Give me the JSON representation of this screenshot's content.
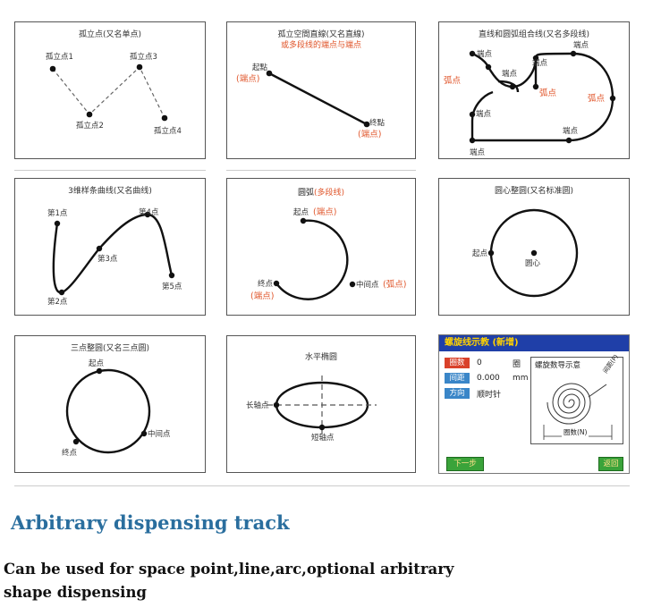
{
  "panels": {
    "p1": {
      "title": "孤立点(又名单点)",
      "points": [
        "孤立点1",
        "孤立点2",
        "孤立点3",
        "孤立点4"
      ]
    },
    "p2": {
      "title": "孤立空間直線(又名直線)",
      "subtitle": "或多段线的端点与端点",
      "start": "起點",
      "start_note": "(端点)",
      "end": "终點",
      "end_note": "(端点)"
    },
    "p3": {
      "title": "直线和圆弧组合线(又名多段线)",
      "endpoint": "端点",
      "arc": "弧点"
    },
    "p4": {
      "title": "3维样条曲线(又名曲线)",
      "points": [
        "第1点",
        "第2点",
        "第3点",
        "第4点",
        "第5点"
      ]
    },
    "p5": {
      "title": "圆弧",
      "title_note": "(多段线)",
      "start": "起点",
      "start_note": "(端点)",
      "end": "终点",
      "end_note": "(端点)",
      "mid": "中间点",
      "mid_note": "(弧点)"
    },
    "p6": {
      "title": "圆心整圆(又名标准圆)",
      "start": "起点",
      "center": "圆心"
    },
    "p7": {
      "title": "三点整圆(又名三点圆)",
      "start": "起点",
      "mid": "中间点",
      "end": "终点"
    },
    "p8": {
      "title": "水平椭圆",
      "long_axis": "长轴点",
      "short_axis": "短轴点"
    },
    "p9": {
      "bar_title": "螺旋线示教 (新增)",
      "rows": [
        {
          "label": "圈数",
          "value": "0",
          "unit": "圈",
          "color": "#d9412a"
        },
        {
          "label": "间距",
          "value": "0.000",
          "unit": "mm",
          "color": "#3a86c8"
        },
        {
          "label": "方向",
          "value": "顺时针",
          "unit": "",
          "color": "#3a86c8"
        }
      ],
      "diagram_title": "螺旋数导示意",
      "pitch_label": "间距(P)",
      "turns_label": "圈数(N)",
      "btn_next": "下一步",
      "btn_back": "返回"
    }
  },
  "heading": "Arbitrary dispensing track",
  "description": "Can be used for space point,line,arc,optional arbitrary shape dispensing"
}
